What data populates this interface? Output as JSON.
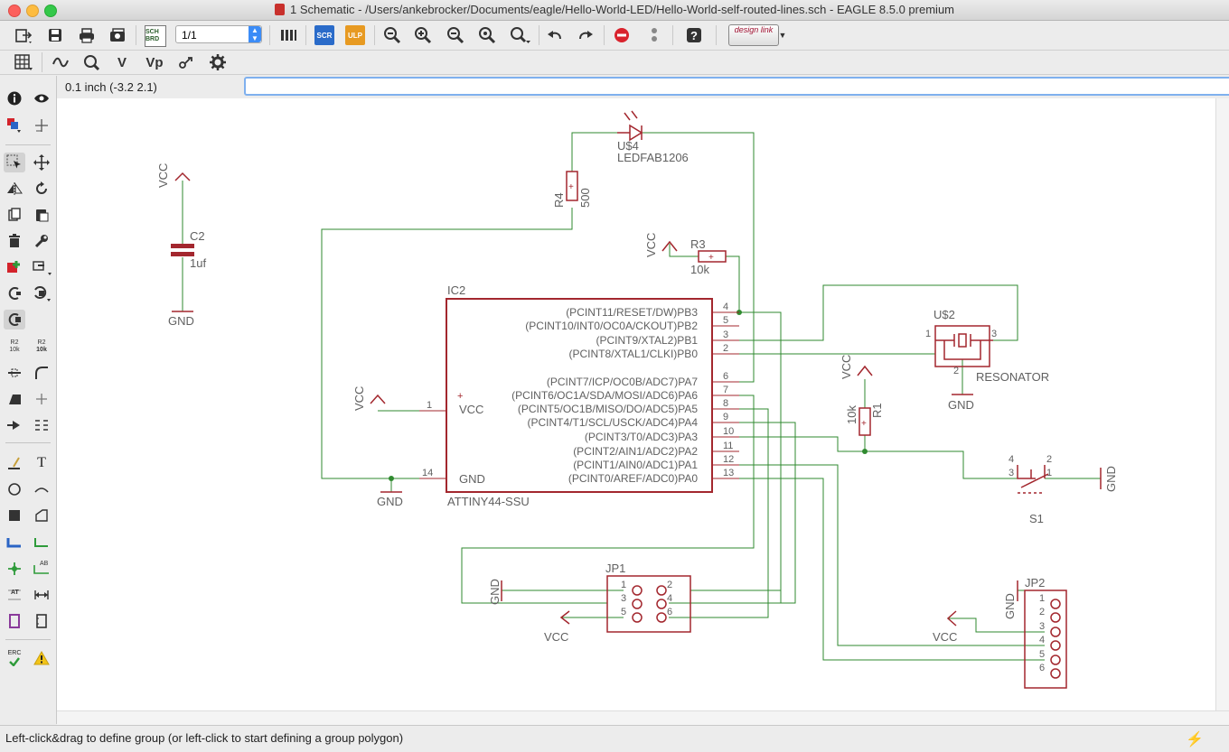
{
  "window": {
    "title": "1 Schematic - /Users/ankebrocker/Documents/eagle/Hello-World-LED/Hello-World-self-routed-lines.sch - EAGLE 8.5.0 premium"
  },
  "toolbar": {
    "sheet_value": "1/1",
    "icons": [
      "open-icon",
      "save-icon",
      "print-icon",
      "cam-icon",
      "sch-brd-icon",
      "sheet-select",
      "library-icon",
      "script-icon",
      "ulp-icon",
      "zoom-fit-icon",
      "zoom-in-icon",
      "zoom-out-icon",
      "zoom-redraw-icon",
      "zoom-select-icon",
      "undo-icon",
      "redo-icon",
      "stop-icon",
      "go-icon",
      "help-icon",
      "design-link"
    ],
    "sch_label": "SCH BRD",
    "scr_label": "SCR",
    "ulp_label": "ULP",
    "design_link_label": "design link"
  },
  "toolbar2": {
    "icons": [
      "grid-icon",
      "layer-icon",
      "zoom-icon",
      "value-v-icon",
      "value-vp-icon",
      "pins-icon",
      "settings-icon"
    ],
    "v_label": "V",
    "vp_label": "Vp"
  },
  "coord": {
    "text": "0.1 inch (-3.2 2.1)"
  },
  "command_line": {
    "value": "",
    "placeholder": ""
  },
  "sidebar": {
    "tools": [
      "info",
      "show",
      "layers",
      "mark",
      "group",
      "move",
      "mirror",
      "rotate",
      "copy",
      "paste",
      "delete",
      "change",
      "add",
      "replace",
      "pinswap",
      "gateswap",
      "smash",
      "name",
      "value",
      "split",
      "miter",
      "optimize",
      "invoke",
      "gate",
      "line",
      "text",
      "circle",
      "arc",
      "rect",
      "polygon",
      "bus",
      "net",
      "junction",
      "label",
      "attribute",
      "dimension",
      "frame",
      "frame2",
      "erc",
      "errors"
    ],
    "labels": {
      "r2_1": "R2",
      "r2_1b": "10k",
      "r2_2": "R2",
      "r2_2b": "10k",
      "erc": "ERC",
      "ab": "AB",
      "at": "AT",
      "text_tool": "T"
    }
  },
  "schematic": {
    "colors": {
      "net": "#2f8a2f",
      "part": "#a3272e",
      "text": "#606060"
    },
    "parts": {
      "c2": {
        "name": "C2",
        "value": "1uf"
      },
      "vcc_c2": "VCC",
      "gnd_c2": "GND",
      "led": {
        "name": "U$4",
        "value": "LEDFAB1206"
      },
      "r4": {
        "name": "R4",
        "value": "500"
      },
      "r3": {
        "name": "R3",
        "value": "10k",
        "vcc": "VCC"
      },
      "ic2": {
        "name": "IC2",
        "value": "ATTINY44-SSU",
        "vcc_pin": "VCC",
        "gnd_pin": "GND",
        "vcc_pin_no": "1",
        "gnd_pin_no": "14"
      },
      "vcc_ic": "VCC",
      "gnd_ic": "GND",
      "u2": {
        "name": "U$2",
        "value": "RESONATOR",
        "pin1": "1",
        "pin2": "2",
        "pin3": "3",
        "gnd": "GND"
      },
      "r1": {
        "name": "R1",
        "value": "10k",
        "vcc": "VCC"
      },
      "s1": {
        "name": "S1",
        "p1": "1",
        "p2": "2",
        "p3": "3",
        "p4": "4",
        "gnd": "GND"
      },
      "jp1": {
        "name": "JP1",
        "pins": [
          "1",
          "2",
          "3",
          "4",
          "5",
          "6"
        ],
        "gnd": "GND",
        "vcc": "VCC"
      },
      "jp2": {
        "name": "JP2",
        "pins": [
          "1",
          "2",
          "3",
          "4",
          "5",
          "6"
        ],
        "gnd": "GND",
        "vcc": "VCC"
      }
    },
    "ic_pins": [
      {
        "label": "(PCINT11/RESET/DW)PB3",
        "num": "4"
      },
      {
        "label": "(PCINT10/INT0/OC0A/CKOUT)PB2",
        "num": "5"
      },
      {
        "label": "(PCINT9/XTAL2)PB1",
        "num": "3"
      },
      {
        "label": "(PCINT8/XTAL1/CLKI)PB0",
        "num": "2"
      },
      {
        "label": "(PCINT7/ICP/OC0B/ADC7)PA7",
        "num": "6"
      },
      {
        "label": "(PCINT6/OC1A/SDA/MOSI/ADC6)PA6",
        "num": "7"
      },
      {
        "label": "(PCINT5/OC1B/MISO/DO/ADC5)PA5",
        "num": "8"
      },
      {
        "label": "(PCINT4/T1/SCL/USCK/ADC4)PA4",
        "num": "9"
      },
      {
        "label": "(PCINT3/T0/ADC3)PA3",
        "num": "10"
      },
      {
        "label": "(PCINT2/AIN1/ADC2)PA2",
        "num": "11"
      },
      {
        "label": "(PCINT1/AIN0/ADC1)PA1",
        "num": "12"
      },
      {
        "label": "(PCINT0/AREF/ADC0)PA0",
        "num": "13"
      }
    ]
  },
  "status": {
    "text": "Left-click&drag to define group (or left-click to start defining a group polygon)"
  }
}
